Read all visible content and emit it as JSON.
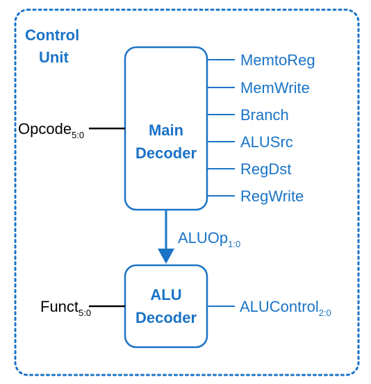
{
  "colors": {
    "accent": "#1a73c6",
    "ink": "#000000",
    "background": "#ffffff"
  },
  "control_unit": {
    "title_line1": "Control",
    "title_line2": "Unit"
  },
  "main_decoder": {
    "label_line1": "Main",
    "label_line2": "Decoder",
    "outputs": [
      "MemtoReg",
      "MemWrite",
      "Branch",
      "ALUSrc",
      "RegDst",
      "RegWrite"
    ]
  },
  "alu_decoder": {
    "label_line1": "ALU",
    "label_line2": "Decoder"
  },
  "inputs": {
    "opcode": {
      "name": "Opcode",
      "sub": "5:0"
    },
    "funct": {
      "name": "Funct",
      "sub": "5:0"
    }
  },
  "internal": {
    "aluop": {
      "name": "ALUOp",
      "sub": "1:0"
    }
  },
  "alu_output": {
    "name": "ALUControl",
    "sub": "2:0"
  }
}
